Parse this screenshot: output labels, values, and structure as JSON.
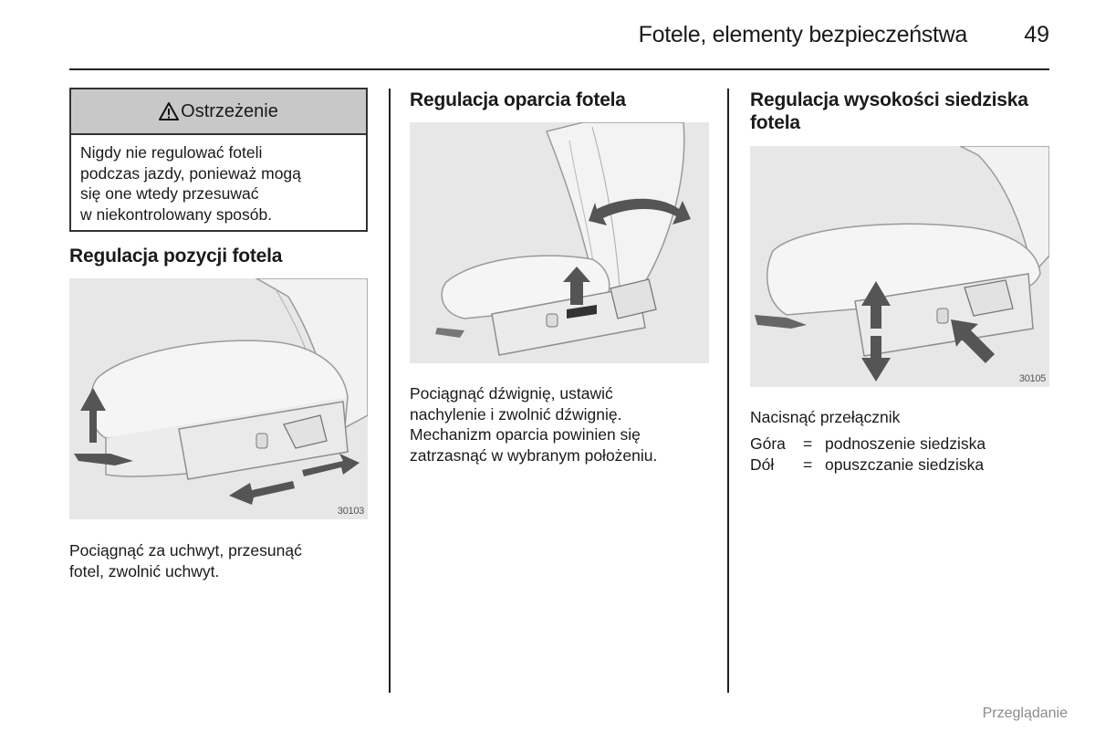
{
  "header": {
    "title": "Fotele, elementy bezpieczeństwa",
    "page_number": "49"
  },
  "warning": {
    "icon": "warning-triangle-icon",
    "title": "Ostrzeżenie",
    "lines": [
      "Nigdy nie regulować foteli",
      "podczas jazdy, ponieważ mogą",
      "się one wtedy przesuwać",
      "w niekontrolowany sposób."
    ]
  },
  "col1": {
    "title": "Regulacja pozycji fotela",
    "figure_code": "30103",
    "text_lines": [
      "Pociągnąć za uchwyt, przesunąć",
      "fotel, zwolnić uchwyt."
    ]
  },
  "col2": {
    "title": "Regulacja oparcia fotela",
    "text_lines": [
      "Pociągnąć dźwignię, ustawić",
      "nachylenie i zwolnić dźwignię.",
      "Mechanizm oparcia powinien się",
      "zatrzasnąć w wybranym położeniu."
    ]
  },
  "col3": {
    "title_lines": [
      "Regulacja wysokości siedziska",
      "fotela"
    ],
    "figure_code": "30105",
    "intro": "Nacisnąć przełącznik",
    "legend": [
      {
        "key": "Góra",
        "sep": "=",
        "value": "podnoszenie siedziska"
      },
      {
        "key": "Dół",
        "sep": "=",
        "value": "opuszczanie siedziska"
      }
    ]
  },
  "footer": {
    "link": "Przeglądanie"
  }
}
